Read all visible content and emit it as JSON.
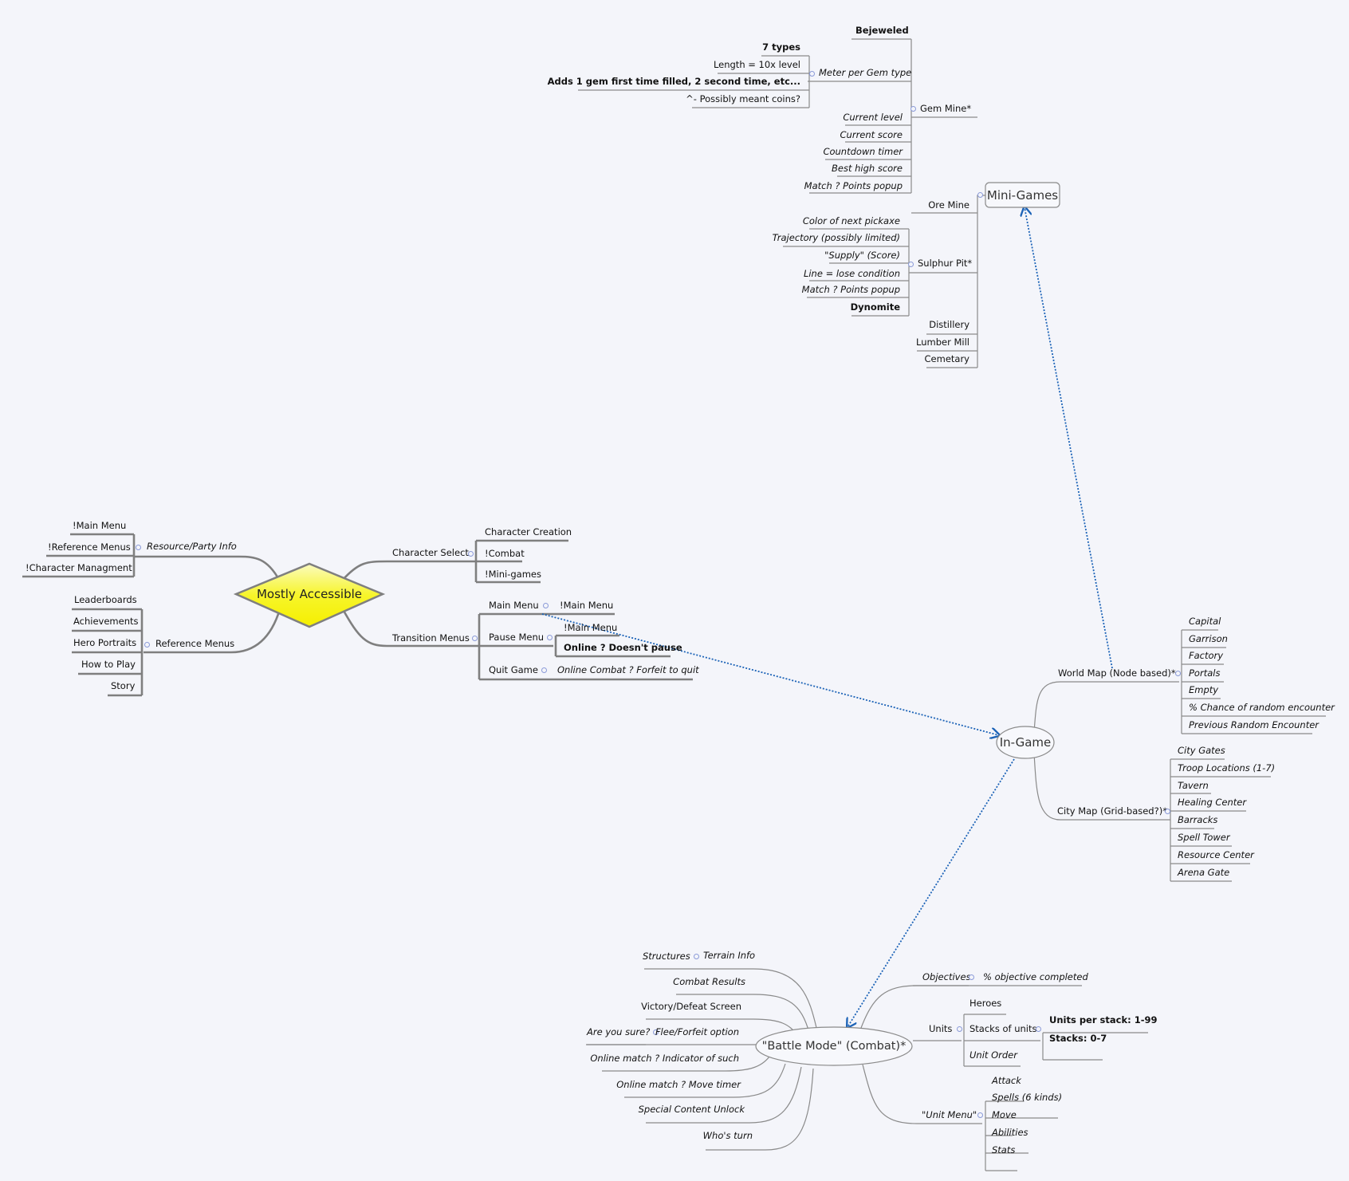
{
  "central": {
    "mostly_accessible": "Mostly Accessible"
  },
  "left": {
    "resource_party_info": "Resource/Party Info",
    "rp_items": [
      "!Main Menu",
      "!Reference Menus",
      "!Character Managment"
    ],
    "reference_menus": "Reference Menus",
    "ref_items": [
      "Leaderboards",
      "Achievements",
      "Hero Portraits",
      "How to Play",
      "Story"
    ],
    "character_select": "Character Select",
    "cs_items": [
      "Character Creation",
      "!Combat",
      "!Mini-games"
    ],
    "transition_menus": "Transition Menus",
    "tm_items": [
      "Main Menu",
      "Pause Menu",
      "Quit Game"
    ],
    "main_menu_child": "!Main Menu",
    "pause_children": [
      "!Main Menu",
      "Online ? Doesn't pause"
    ],
    "quit_child": "Online Combat ? Forfeit to quit"
  },
  "mini_games": {
    "title": "Mini-Games",
    "bejeweled": "Bejeweled",
    "meter": "Meter per Gem type",
    "meter_items": [
      "7 types",
      "Length = 10x level",
      "Adds 1 gem first time filled, 2 second time, etc...",
      "^- Possibly meant coins?"
    ],
    "gem_mine": "Gem Mine*",
    "gem_items": [
      "Current level",
      "Current score",
      "Countdown timer",
      "Best high score",
      "Match ? Points popup"
    ],
    "ore_mine": "Ore Mine",
    "sulphur_pit": "Sulphur Pit*",
    "sulphur_items": [
      "Color of next pickaxe",
      "Trajectory (possibly limited)",
      "\"Supply\" (Score)",
      "Line = lose condition",
      "Match ? Points popup",
      "Dynomite"
    ],
    "others": [
      "Distillery",
      "Lumber Mill",
      "Cemetary"
    ]
  },
  "in_game": {
    "title": "In-Game",
    "world_map": "World Map (Node based)*",
    "world_items": [
      "Capital",
      "Garrison",
      "Factory",
      "Portals",
      "Empty",
      "% Chance of random encounter",
      "Previous Random Encounter"
    ],
    "city_map": "City Map (Grid-based?)*",
    "city_items": [
      "City Gates",
      "Troop Locations (1-7)",
      "Tavern",
      "Healing Center",
      "Barracks",
      "Spell Tower",
      "Resource Center",
      "Arena Gate"
    ]
  },
  "battle": {
    "title": "\"Battle Mode\" (Combat)*",
    "structures": "Structures",
    "terrain_info": "Terrain Info",
    "left_items": [
      "Combat Results",
      "Victory/Defeat Screen",
      "Flee/Forfeit option",
      "Online match ? Indicator of such",
      "Online match ? Move timer",
      "Special Content Unlock",
      "Who's turn"
    ],
    "are_you_sure": "Are you sure?",
    "objectives": "Objectives",
    "objective_completed": "% objective completed",
    "units": "Units",
    "heroes": "Heroes",
    "stacks_of_units": "Stacks of units",
    "stack_items": [
      "Units per stack: 1-99",
      "Stacks: 0-7"
    ],
    "unit_order": "Unit Order",
    "unit_menu": "\"Unit Menu\"",
    "unit_menu_items": [
      "Attack",
      "Spells (6 kinds)",
      "Move",
      "Abilities",
      "Stats"
    ]
  },
  "colors": {
    "background": "#f4f5fa",
    "line": "#7f7f7f",
    "relationship": "#1c63b7",
    "diamond": "#f7f52a"
  }
}
